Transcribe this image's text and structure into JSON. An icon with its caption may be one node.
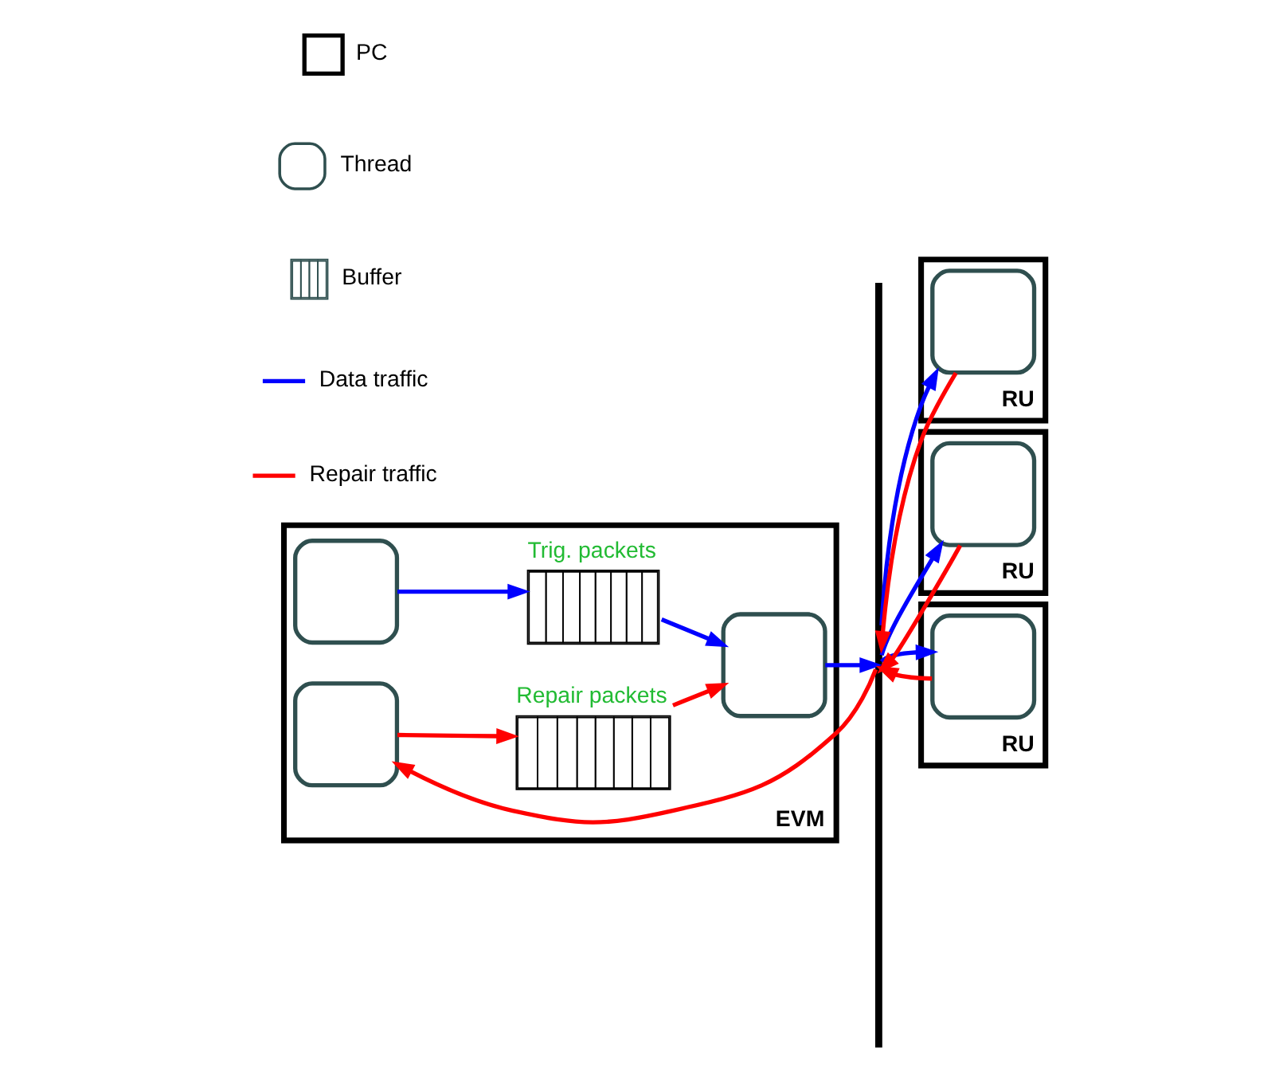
{
  "diagram": {
    "nodes": [
      {
        "text": [
          "EVM"
        ]
      },
      {
        "text": [],
        "shape": "box",
        "in": 0
      },
      {
        "text": [],
        "shape": "buffer",
        "in": 0,
        "beside": [
          "Trig. packets"
        ]
      },
      {
        "text": [],
        "shape": "buffer",
        "in": 0,
        "beside": [
          "Repair packets"
        ]
      },
      {
        "text": [],
        "shape": "box",
        "in": 0
      },
      {
        "text": [],
        "shape": "box",
        "in": 0
      },
      {
        "text": [],
        "shape": "bar"
      },
      {
        "text": [
          "RU"
        ]
      },
      {
        "text": [],
        "shape": "box",
        "in": 7
      },
      {
        "text": [
          "RU"
        ]
      },
      {
        "text": [],
        "shape": "box",
        "in": 9
      },
      {
        "text": [
          "RU"
        ]
      },
      {
        "text": [],
        "shape": "box",
        "in": 11
      }
    ],
    "edges": [
      {
        "from": 1,
        "to": 2,
        "arrow": "to",
        "color": "#0000ff"
      },
      {
        "from": 2,
        "to": 4,
        "arrow": "to",
        "color": "#0000ff"
      },
      {
        "from": 3,
        "to": 4,
        "arrow": "to",
        "color": "#ff0000"
      },
      {
        "from": 4,
        "to": 6,
        "arrow": "to",
        "color": "#0000ff"
      },
      {
        "from": 5,
        "to": 3,
        "arrow": "to",
        "color": "#ff0000"
      },
      {
        "from": 6,
        "to": 5,
        "arrow": "to",
        "color": "#ff0000"
      },
      {
        "from": 6,
        "to": 8,
        "arrow": "to",
        "color": "#0000ff"
      },
      {
        "from": 8,
        "to": 6,
        "arrow": "to",
        "color": "#ff0000"
      },
      {
        "from": 6,
        "to": 10,
        "arrow": "to",
        "color": "#0000ff"
      },
      {
        "from": 10,
        "to": 6,
        "arrow": "to",
        "color": "#ff0000"
      },
      {
        "from": 6,
        "to": 12,
        "arrow": "to",
        "color": "#0000ff"
      },
      {
        "from": 12,
        "to": 6,
        "arrow": "to",
        "color": "#ff0000"
      }
    ],
    "legend": [
      {
        "text": "PC"
      },
      {
        "text": "Thread"
      },
      {
        "text": "Buffer"
      },
      {
        "text": "Data traffic"
      },
      {
        "text": "Repair traffic"
      }
    ]
  }
}
